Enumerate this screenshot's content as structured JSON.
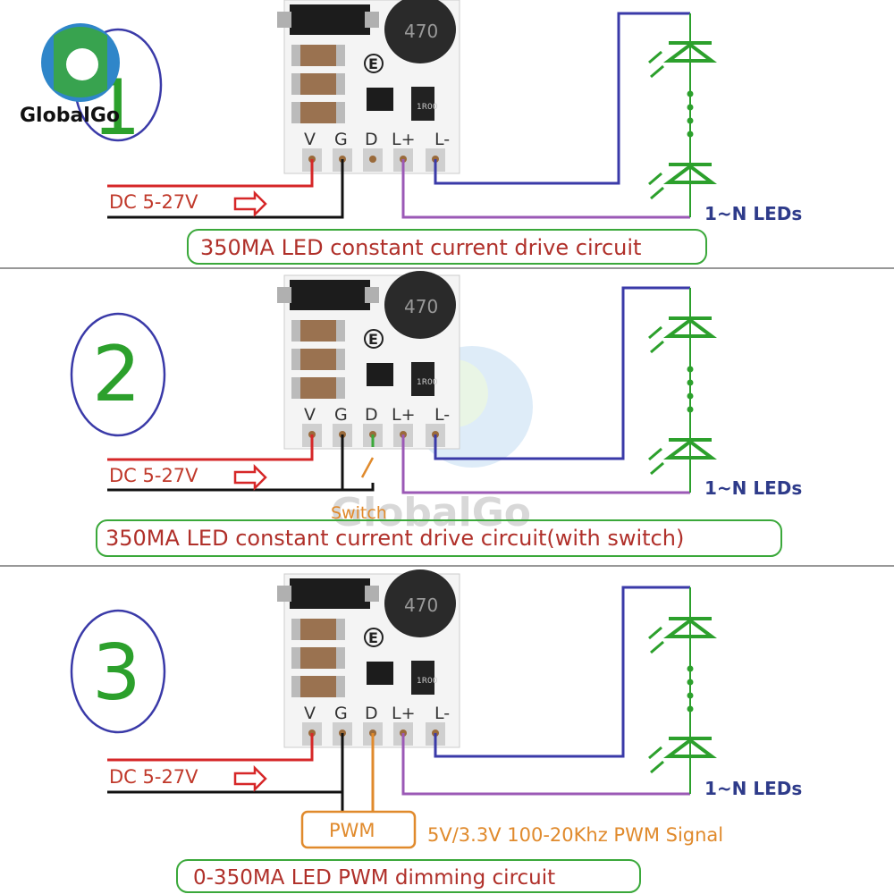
{
  "brand": {
    "logo_text": "GlobalGo",
    "watermark": "GlobalGo"
  },
  "colors": {
    "dc_wire": "#d62728",
    "ground_wire": "#111111",
    "led_positive_wire": "#9b59b6",
    "led_negative_wire": "#3a3aa8",
    "switch_wire": "#3aa83a",
    "pwm_wire": "#e08a2c",
    "led_symbol": "#2ca02c",
    "caption_border": "#3aa83a",
    "number_circle": "#3a3aa8",
    "number_text": "#2ca02c"
  },
  "pcb": {
    "inductor_marking": "470",
    "resistor_marking": "1R00",
    "pins": [
      "V",
      "G",
      "D",
      "L+",
      "L-"
    ]
  },
  "panels": [
    {
      "number": "1",
      "input_label": "DC 5-27V",
      "leds_label": "1~N LEDs",
      "caption": "350MA LED constant current drive circuit"
    },
    {
      "number": "2",
      "input_label": "DC 5-27V",
      "leds_label": "1~N LEDs",
      "switch_label": "Switch",
      "caption": "350MA LED constant current drive circuit(with switch)"
    },
    {
      "number": "3",
      "input_label": "DC 5-27V",
      "leds_label": "1~N LEDs",
      "pwm_box_label": "PWM",
      "pwm_signal_label": "5V/3.3V 100-20Khz PWM Signal",
      "caption": "0-350MA LED PWM dimming circuit"
    }
  ]
}
